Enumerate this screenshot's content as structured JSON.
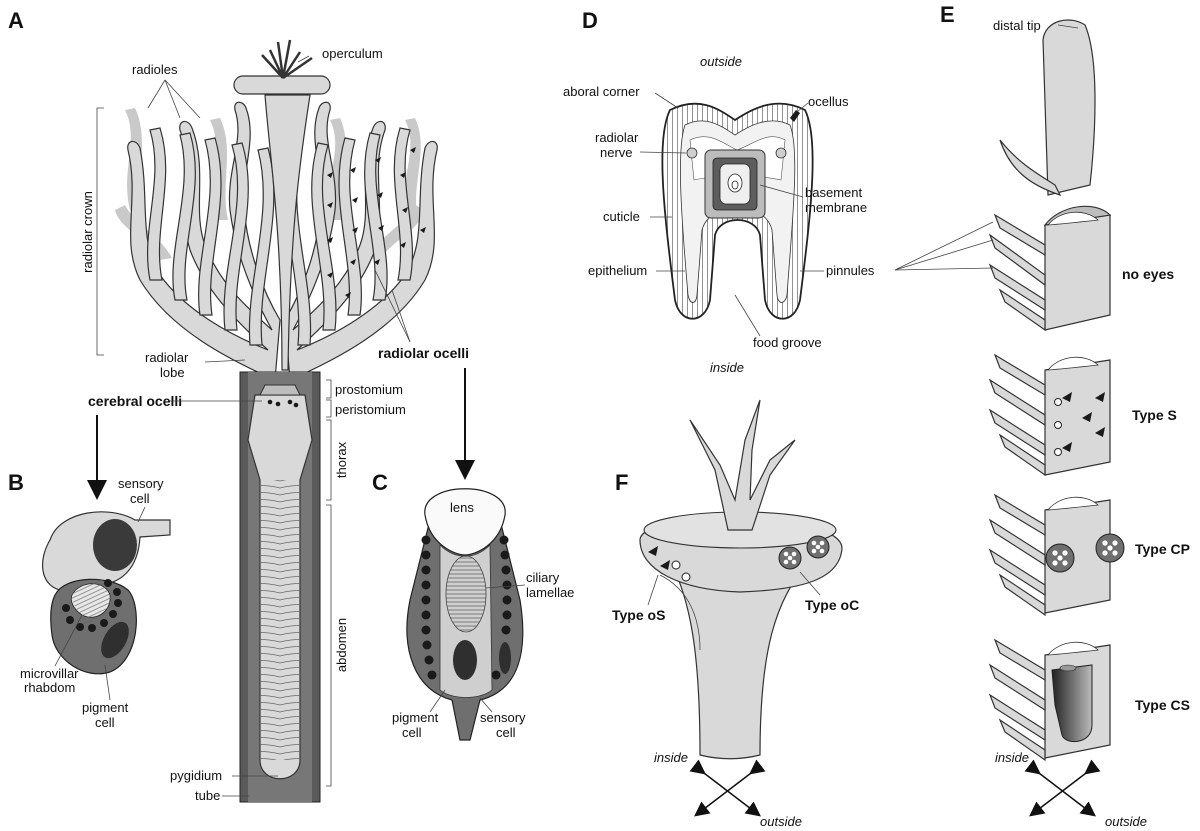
{
  "panels": {
    "A": {
      "letter": "A",
      "labels": {
        "radioles": "radioles",
        "operculum": "operculum",
        "radiolar_crown": "radiolar crown",
        "radiolar_lobe_1": "radiolar",
        "radiolar_lobe_2": "lobe",
        "radiolar_ocelli": "radiolar ocelli",
        "cerebral_ocelli": "cerebral ocelli",
        "prostomium": "prostomium",
        "peristomium": "peristomium",
        "thorax": "thorax",
        "abdomen": "abdomen",
        "pygidium": "pygidium",
        "tube": "tube"
      }
    },
    "B": {
      "letter": "B",
      "labels": {
        "sensory_cell_1": "sensory",
        "sensory_cell_2": "cell",
        "microvillar_1": "microvillar",
        "microvillar_2": "rhabdom",
        "pigment_cell_1": "pigment",
        "pigment_cell_2": "cell"
      }
    },
    "C": {
      "letter": "C",
      "labels": {
        "lens": "lens",
        "ciliary_1": "ciliary",
        "ciliary_2": "lamellae",
        "pigment_cell_1": "pigment",
        "pigment_cell_2": "cell",
        "sensory_cell_1": "sensory",
        "sensory_cell_2": "cell"
      }
    },
    "D": {
      "letter": "D",
      "labels": {
        "outside": "outside",
        "inside": "inside",
        "aboral_corner": "aboral corner",
        "ocellus": "ocellus",
        "radiolar_nerve_1": "radiolar",
        "radiolar_nerve_2": "nerve",
        "basement_1": "basement",
        "basement_2": "membrane",
        "cuticle": "cuticle",
        "epithelium": "epithelium",
        "pinnules": "pinnules",
        "food_groove": "food groove"
      }
    },
    "E": {
      "letter": "E",
      "labels": {
        "distal_tip": "distal tip",
        "no_eyes": "no eyes",
        "type_s": "Type S",
        "type_cp": "Type CP",
        "type_cs": "Type CS",
        "inside": "inside",
        "outside": "outside"
      }
    },
    "F": {
      "letter": "F",
      "labels": {
        "type_os": "Type oS",
        "type_oc": "Type oC",
        "inside": "inside",
        "outside": "outside"
      }
    }
  },
  "colors": {
    "tissue_light": "#d9d9d9",
    "tissue_mid": "#bdbdbd",
    "tissue_dark": "#6a6a6a",
    "pigment": "#1a1a1a",
    "tube": "#5a5a5a"
  }
}
